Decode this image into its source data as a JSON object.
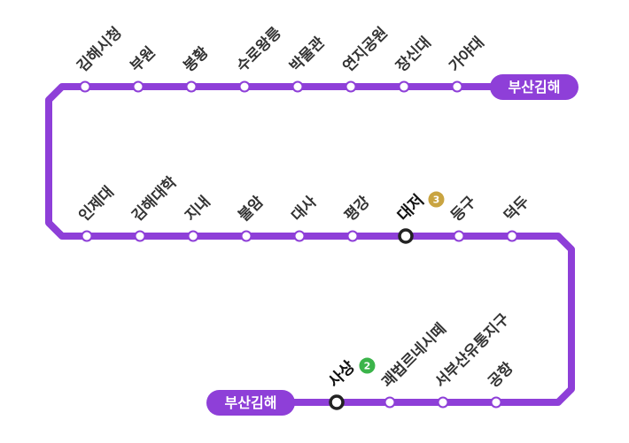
{
  "line": {
    "name": "부산김해",
    "color": "#8e3fd8"
  },
  "terminal_top": "부산김해",
  "terminal_bottom": "부산김해",
  "rows": [
    {
      "stations": [
        {
          "name": "김해시청"
        },
        {
          "name": "부원"
        },
        {
          "name": "봉황"
        },
        {
          "name": "수로왕릉"
        },
        {
          "name": "박물관"
        },
        {
          "name": "연지공원"
        },
        {
          "name": "장신대"
        },
        {
          "name": "가야대"
        }
      ]
    },
    {
      "stations": [
        {
          "name": "인제대"
        },
        {
          "name": "김해대학"
        },
        {
          "name": "지내"
        },
        {
          "name": "불암"
        },
        {
          "name": "대사"
        },
        {
          "name": "평강"
        },
        {
          "name": "대저",
          "transfer": {
            "number": "3",
            "color": "#c9a441"
          }
        },
        {
          "name": "등구"
        },
        {
          "name": "덕두"
        }
      ]
    },
    {
      "stations": [
        {
          "name": "사상",
          "transfer": {
            "number": "2",
            "color": "#3bb44a"
          }
        },
        {
          "name": "괘법르네시떼"
        },
        {
          "name": "서부산유통지구"
        },
        {
          "name": "공항"
        }
      ]
    }
  ]
}
